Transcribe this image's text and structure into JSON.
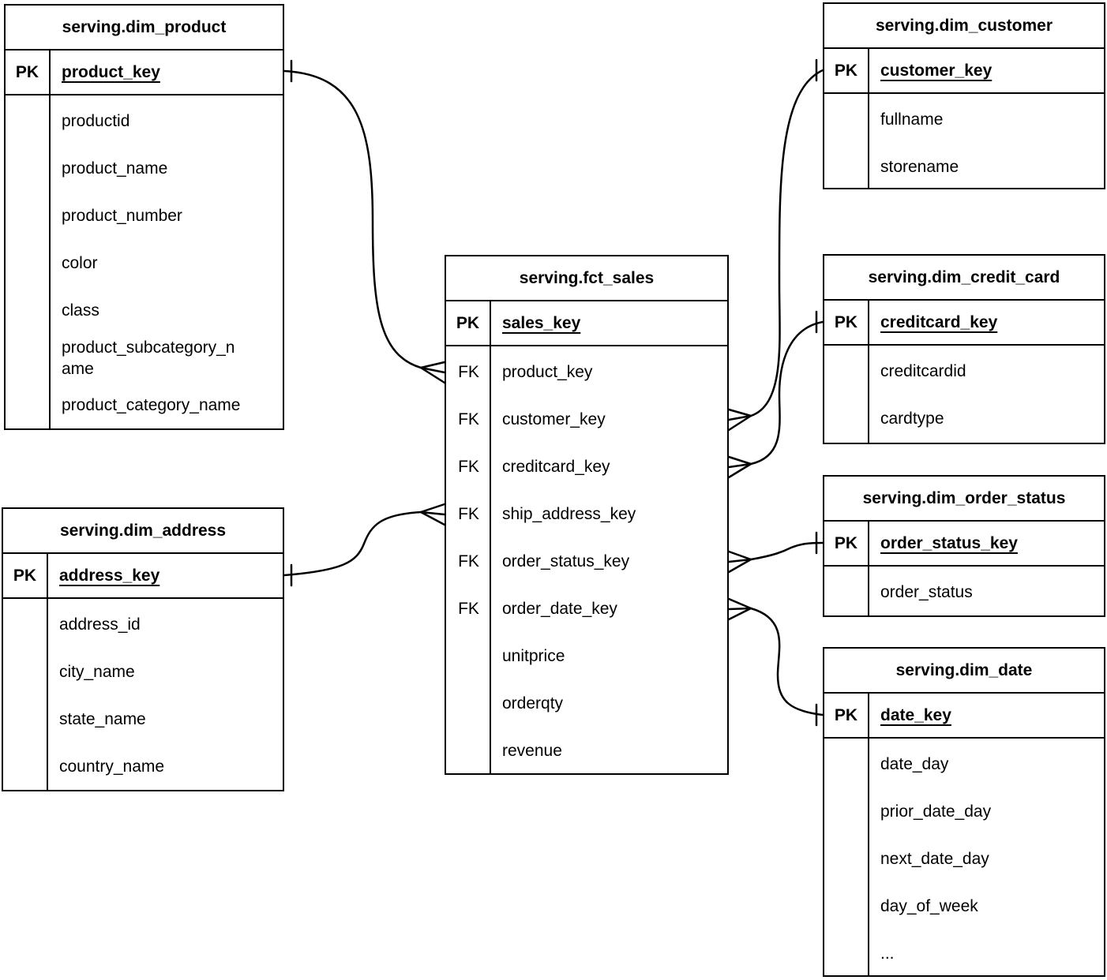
{
  "colors": {
    "line": "#000000",
    "text": "#000000",
    "background": "#ffffff"
  },
  "tables": [
    {
      "id": "dim_product",
      "title": "serving.dim_product",
      "pk": {
        "label": "PK",
        "field": "product_key"
      },
      "fields": [
        {
          "tag": "",
          "name": "productid"
        },
        {
          "tag": "",
          "name": "product_name"
        },
        {
          "tag": "",
          "name": "product_number"
        },
        {
          "tag": "",
          "name": "color"
        },
        {
          "tag": "",
          "name": "class"
        },
        {
          "tag": "",
          "name": "product_subcategory_name"
        },
        {
          "tag": "",
          "name": "product_category_name"
        }
      ]
    },
    {
      "id": "dim_address",
      "title": "serving.dim_address",
      "pk": {
        "label": "PK",
        "field": "address_key"
      },
      "fields": [
        {
          "tag": "",
          "name": "address_id"
        },
        {
          "tag": "",
          "name": "city_name"
        },
        {
          "tag": "",
          "name": "state_name"
        },
        {
          "tag": "",
          "name": "country_name"
        }
      ]
    },
    {
      "id": "fct_sales",
      "title": "serving.fct_sales",
      "pk": {
        "label": "PK",
        "field": "sales_key"
      },
      "fields": [
        {
          "tag": "FK",
          "name": "product_key"
        },
        {
          "tag": "FK",
          "name": "customer_key"
        },
        {
          "tag": "FK",
          "name": "creditcard_key"
        },
        {
          "tag": "FK",
          "name": "ship_address_key"
        },
        {
          "tag": "FK",
          "name": "order_status_key"
        },
        {
          "tag": "FK",
          "name": "order_date_key"
        },
        {
          "tag": "",
          "name": "unitprice"
        },
        {
          "tag": "",
          "name": "orderqty"
        },
        {
          "tag": "",
          "name": "revenue"
        }
      ]
    },
    {
      "id": "dim_customer",
      "title": "serving.dim_customer",
      "pk": {
        "label": "PK",
        "field": "customer_key"
      },
      "fields": [
        {
          "tag": "",
          "name": "fullname"
        },
        {
          "tag": "",
          "name": "storename"
        }
      ]
    },
    {
      "id": "dim_credit_card",
      "title": "serving.dim_credit_card",
      "pk": {
        "label": "PK",
        "field": "creditcard_key"
      },
      "fields": [
        {
          "tag": "",
          "name": "creditcardid"
        },
        {
          "tag": "",
          "name": "cardtype"
        }
      ]
    },
    {
      "id": "dim_order_status",
      "title": "serving.dim_order_status",
      "pk": {
        "label": "PK",
        "field": "order_status_key"
      },
      "fields": [
        {
          "tag": "",
          "name": "order_status"
        }
      ]
    },
    {
      "id": "dim_date",
      "title": "serving.dim_date",
      "pk": {
        "label": "PK",
        "field": "date_key"
      },
      "fields": [
        {
          "tag": "",
          "name": "date_day"
        },
        {
          "tag": "",
          "name": "prior_date_day"
        },
        {
          "tag": "",
          "name": "next_date_day"
        },
        {
          "tag": "",
          "name": "day_of_week"
        },
        {
          "tag": "",
          "name": "..."
        }
      ]
    }
  ],
  "relations": [
    {
      "from": "serving.fct_sales.product_key",
      "to": "serving.dim_product.product_key",
      "from_cardinality": "many",
      "to_cardinality": "one"
    },
    {
      "from": "serving.fct_sales.ship_address_key",
      "to": "serving.dim_address.address_key",
      "from_cardinality": "many",
      "to_cardinality": "one"
    },
    {
      "from": "serving.fct_sales.customer_key",
      "to": "serving.dim_customer.customer_key",
      "from_cardinality": "many",
      "to_cardinality": "one"
    },
    {
      "from": "serving.fct_sales.creditcard_key",
      "to": "serving.dim_credit_card.creditcard_key",
      "from_cardinality": "many",
      "to_cardinality": "one"
    },
    {
      "from": "serving.fct_sales.order_status_key",
      "to": "serving.dim_order_status.order_status_key",
      "from_cardinality": "many",
      "to_cardinality": "one"
    },
    {
      "from": "serving.fct_sales.order_date_key",
      "to": "serving.dim_date.date_key",
      "from_cardinality": "many",
      "to_cardinality": "one"
    }
  ]
}
